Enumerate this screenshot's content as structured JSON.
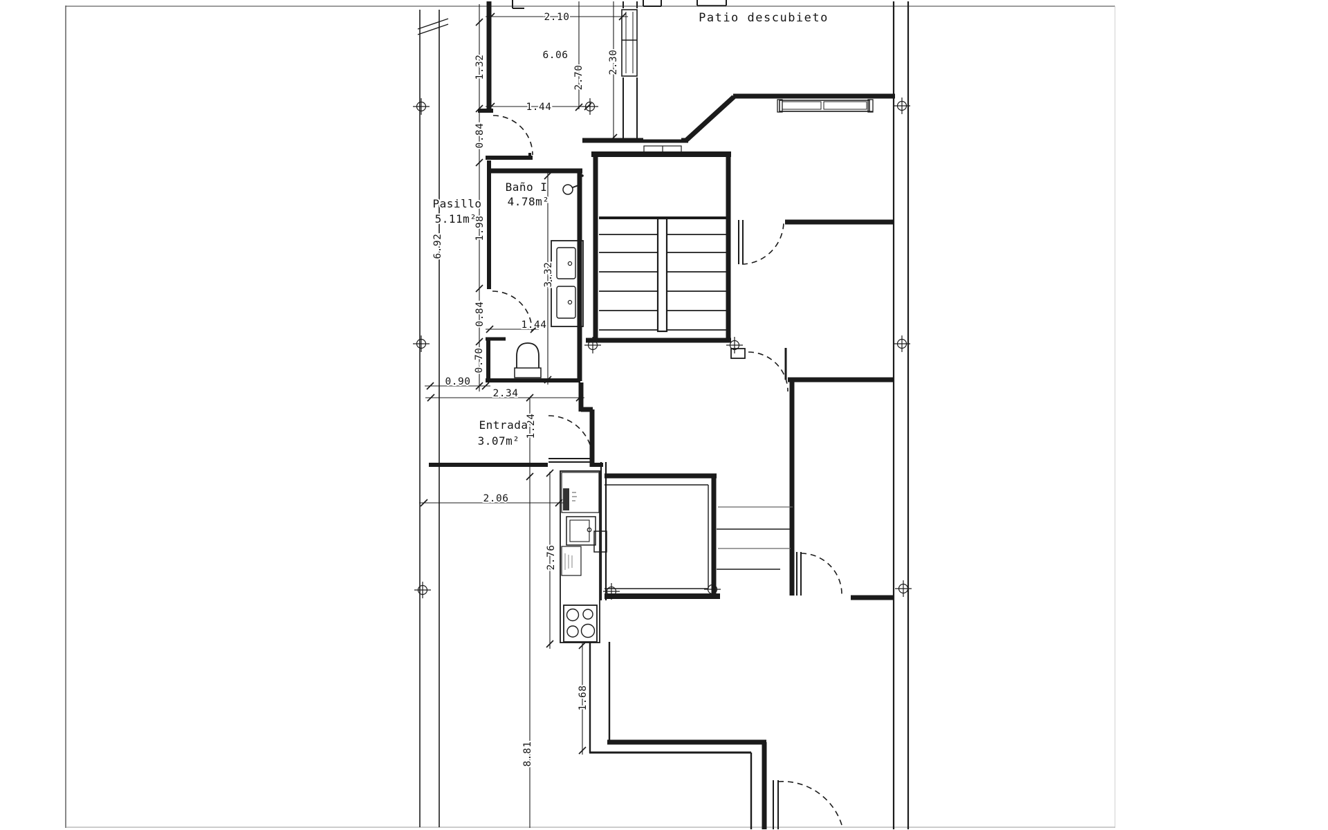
{
  "meta": {
    "kind": "architectural-floor-plan",
    "language": "es",
    "units": "m"
  },
  "colors": {
    "ink": "#1b1b1b",
    "paper": "#ffffff",
    "muted_tread": "#666666",
    "page_border": "#3a3a3a"
  },
  "rooms": {
    "patio": {
      "label": "Patio descubieto"
    },
    "banio": {
      "label": "Baño I",
      "area": "4.78m²"
    },
    "pasillo": {
      "label": "Pasillo",
      "area": "5.11m²"
    },
    "entrada": {
      "label": "Entrada",
      "area": "3.07m²"
    }
  },
  "dims": {
    "d210": "2.10",
    "d606": "6.06",
    "d132": "1.32",
    "d270": "2.70",
    "d230": "2.30",
    "d144a": "1.44",
    "d084a": "0.84",
    "d198": "1.98",
    "d692": "6.92",
    "d332": "3.32",
    "d084b": "0.84",
    "d144b": "1.44",
    "d070": "0.70",
    "d090": "0.90",
    "d234": "2.34",
    "d124": "1.24",
    "d206": "2.06",
    "d276": "2.76",
    "d168": "1.68",
    "d881": "8.81"
  },
  "symbols": {
    "survey_marker": "circle-cross",
    "door_swing": "dashed-arc",
    "boundary_break": "double-slash"
  }
}
